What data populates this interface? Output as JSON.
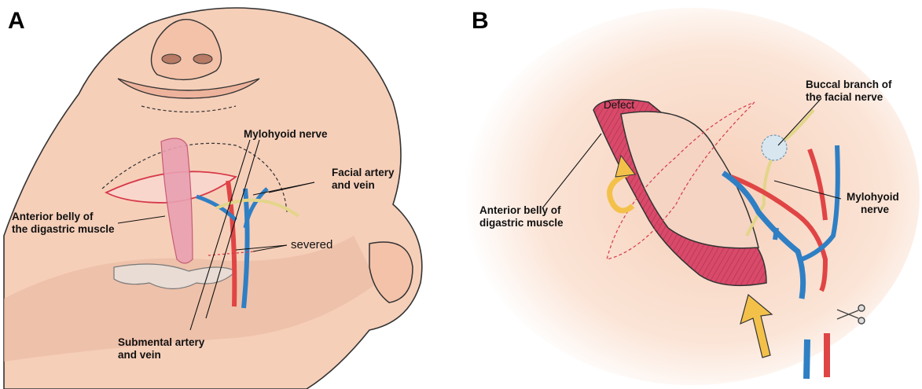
{
  "panels": [
    {
      "letter": "A",
      "labels": {
        "mylohyoid": "Mylohyoid nerve",
        "facial_1": "Facial artery",
        "facial_2": "and vein",
        "digastric_1": "Anterior belly of",
        "digastric_2": "the digastric muscle",
        "severed": "severed",
        "submental_1": "Submental artery",
        "submental_2": "and vein"
      }
    },
    {
      "letter": "B",
      "labels": {
        "defect": "Defect",
        "buccal_1": "Buccal branch of",
        "buccal_2": "the facial nerve",
        "digastric_1": "Anterior belly of",
        "digastric_2": "digastric muscle",
        "mylohyoid_1": "Mylohyoid",
        "mylohyoid_2": "nerve"
      }
    }
  ],
  "colors": {
    "skin": "#f6cfb9",
    "skin_shadow": "#eab8a0",
    "muscle": "#d94a6a",
    "artery": "#e04545",
    "vein": "#2f7fc4",
    "nerve": "#e3d58a",
    "arrow": "#f3c14a"
  }
}
